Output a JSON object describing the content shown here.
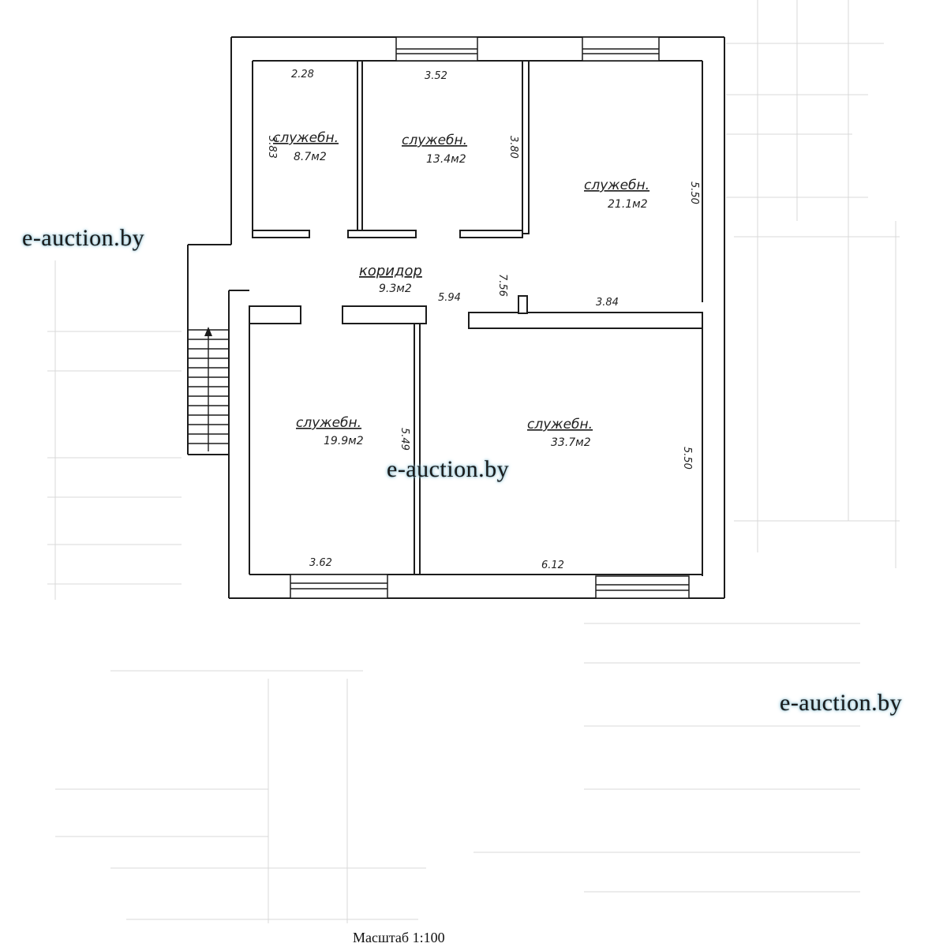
{
  "watermark": "e-auction.by",
  "scale_label": "Масштаб 1:100",
  "rooms": [
    {
      "name": "служебн.",
      "area": "8.7м2"
    },
    {
      "name": "служебн.",
      "area": "13.4м2"
    },
    {
      "name": "служебн.",
      "area": "21.1м2"
    },
    {
      "name": "коридор",
      "area": "9.3м2"
    },
    {
      "name": "служебн.",
      "area": "19.9м2"
    },
    {
      "name": "служебн.",
      "area": "33.7м2"
    }
  ],
  "dimensions": [
    "2.28",
    "3.52",
    "3.83",
    "3.80",
    "5.50",
    "7.56",
    "5.94",
    "3.84",
    "5.49",
    "5.50",
    "3.62",
    "6.12"
  ]
}
